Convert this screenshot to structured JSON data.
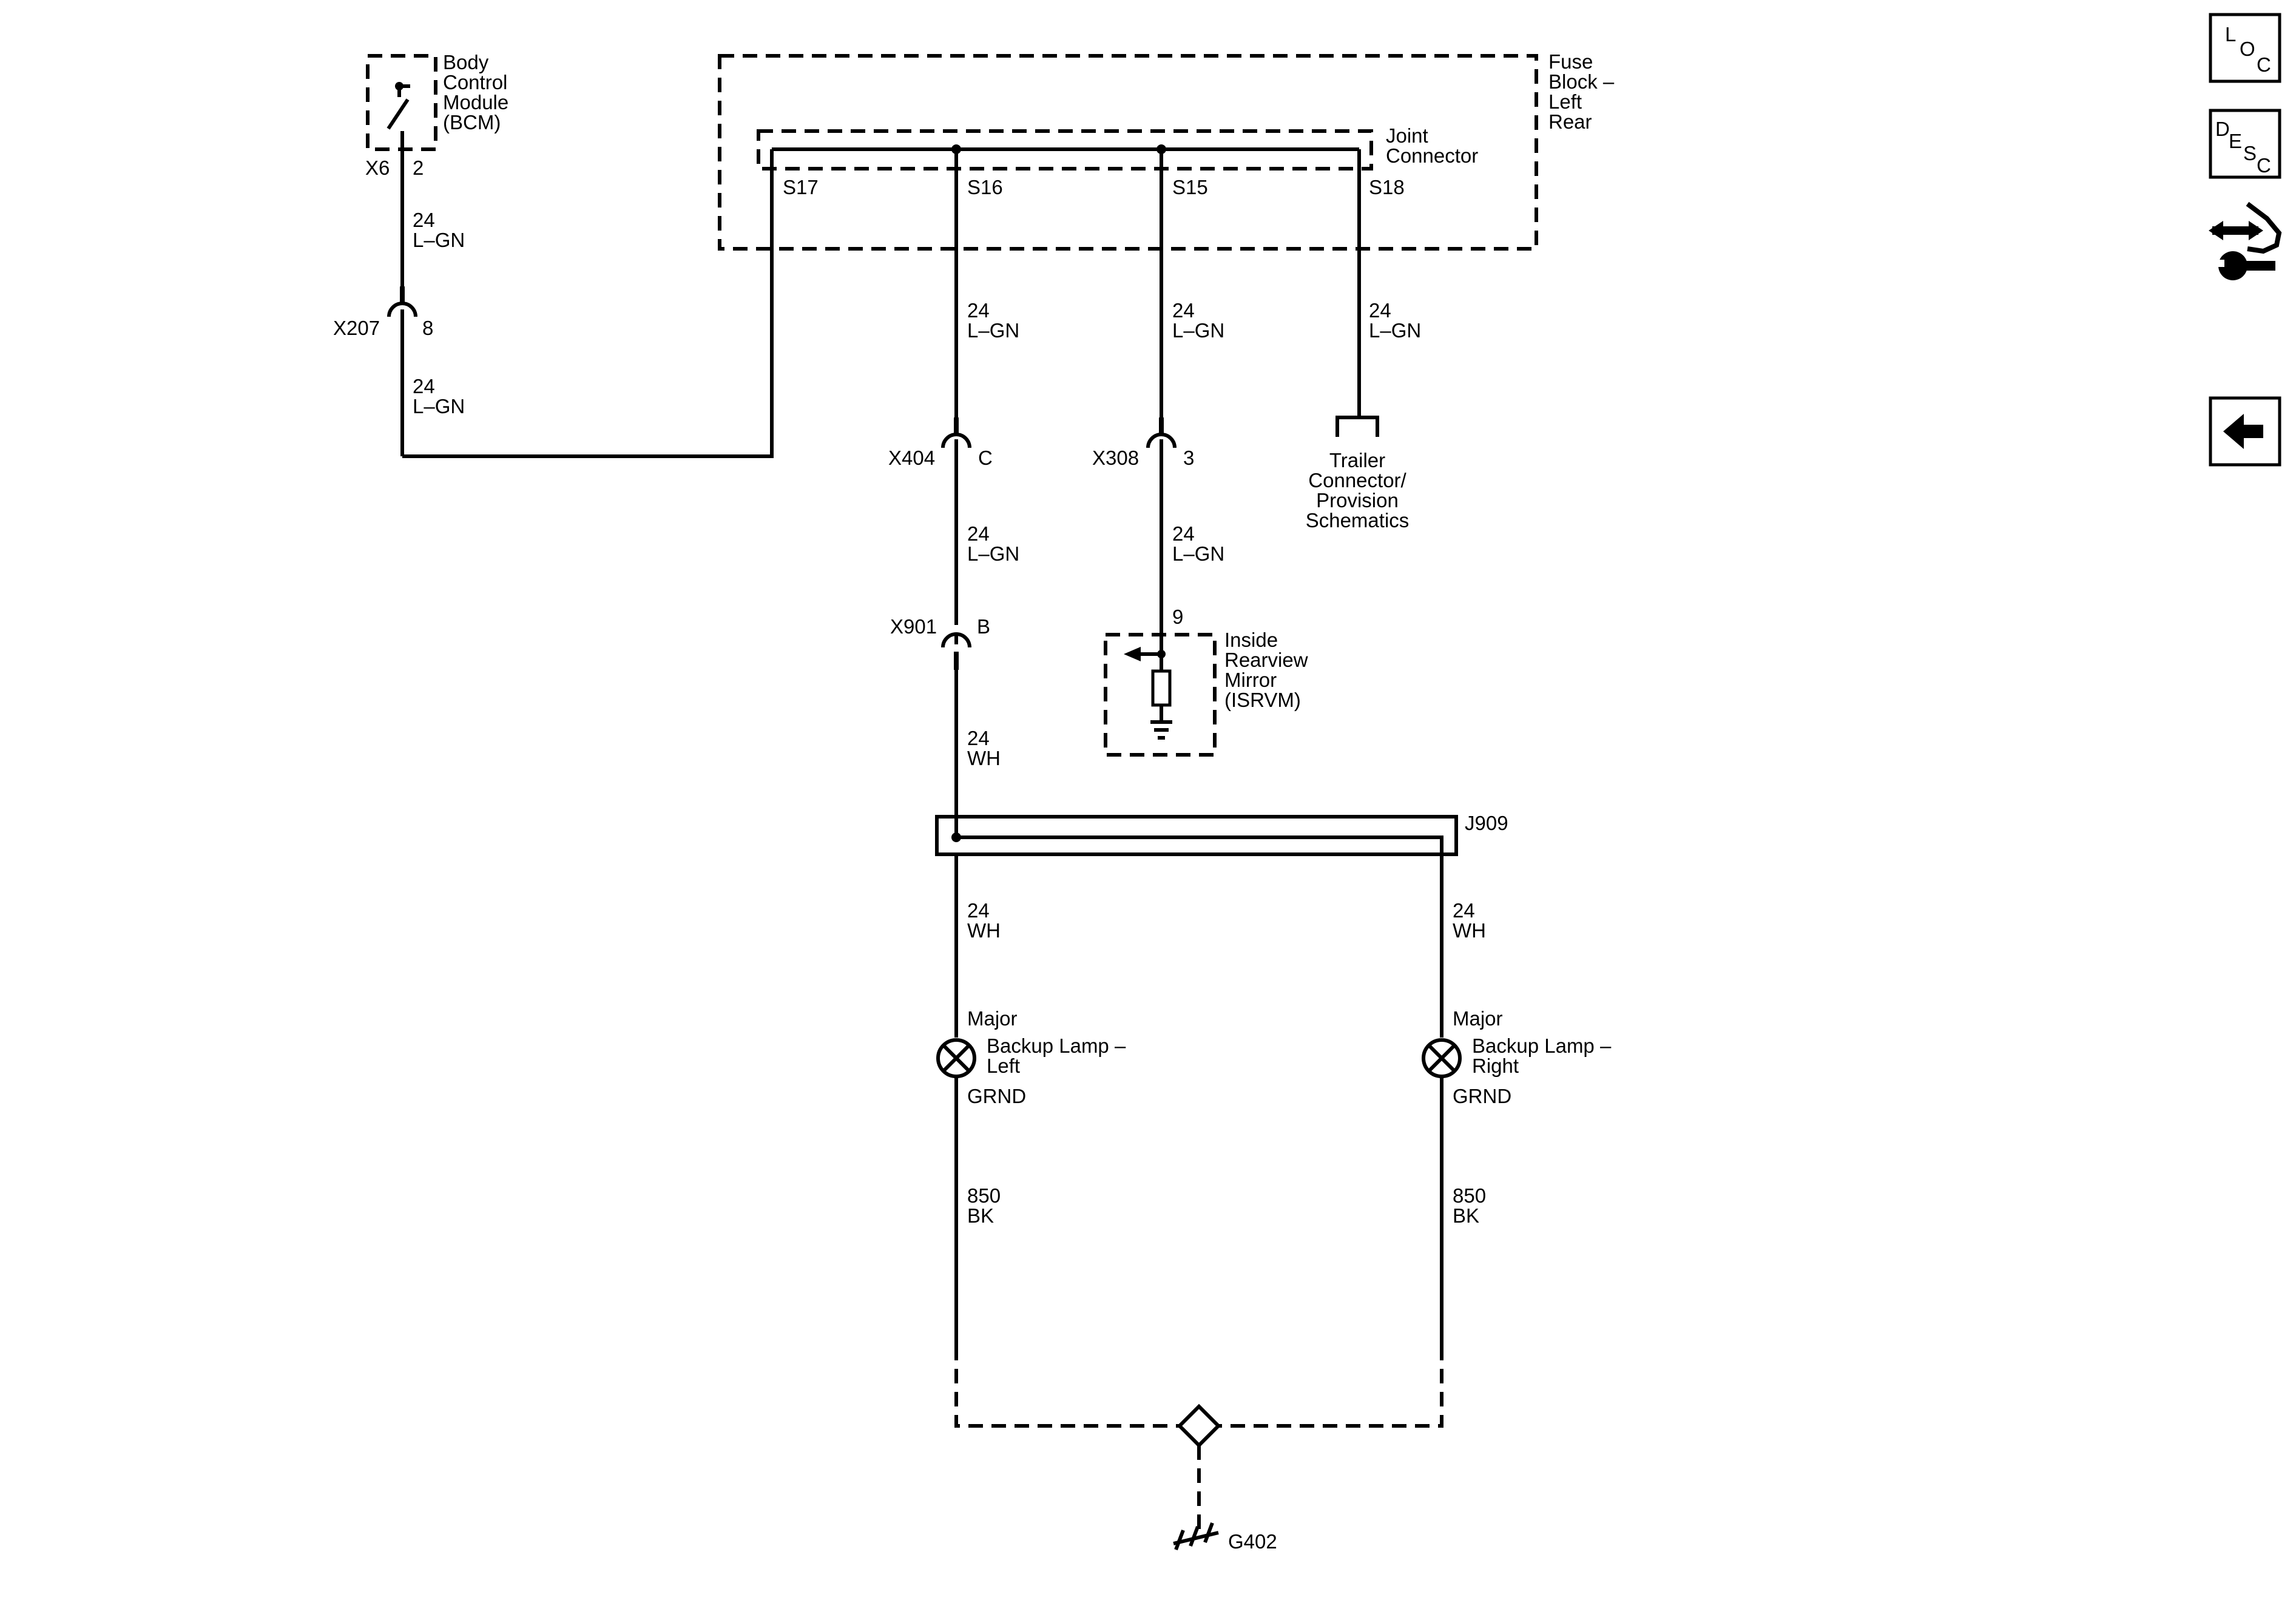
{
  "modules": {
    "bcm": {
      "lines": [
        "Body",
        "Control",
        "Module",
        "(BCM)"
      ],
      "connector": "X6",
      "pin": "2"
    },
    "fuse_block": {
      "lines": [
        "Fuse",
        "Block –",
        "Left",
        "Rear"
      ]
    },
    "joint_connector": {
      "lines": [
        "Joint",
        "Connector"
      ]
    },
    "isrvm": {
      "lines": [
        "Inside",
        "Rearview",
        "Mirror",
        "(ISRVM)"
      ],
      "pin": "9"
    },
    "trailer": {
      "lines": [
        "Trailer",
        "Connector/",
        "Provision",
        "Schematics"
      ]
    },
    "j909": {
      "label": "J909"
    },
    "lamp_left": {
      "top": "Major",
      "lines": [
        "Backup Lamp –",
        "Left"
      ],
      "bottom": "GRND"
    },
    "lamp_right": {
      "top": "Major",
      "lines": [
        "Backup Lamp –",
        "Right"
      ],
      "bottom": "GRND"
    },
    "ground": {
      "label": "G402"
    }
  },
  "splices": {
    "s17": "S17",
    "s16": "S16",
    "s15": "S15",
    "s18": "S18"
  },
  "connectors": {
    "x207": {
      "id": "X207",
      "pin": "8"
    },
    "x404": {
      "id": "X404",
      "pin": "C"
    },
    "x308": {
      "id": "X308",
      "pin": "3"
    },
    "x901": {
      "id": "X901",
      "pin": "B"
    }
  },
  "wires": {
    "bcm_top": {
      "gauge": "24",
      "color": "L–GN"
    },
    "bcm_bottom": {
      "gauge": "24",
      "color": "L–GN"
    },
    "s16_top": {
      "gauge": "24",
      "color": "L–GN"
    },
    "s15_top": {
      "gauge": "24",
      "color": "L–GN"
    },
    "s18": {
      "gauge": "24",
      "color": "L–GN"
    },
    "x404_x901": {
      "gauge": "24",
      "color": "L–GN"
    },
    "x308_isrvm": {
      "gauge": "24",
      "color": "L–GN"
    },
    "x901_j909": {
      "gauge": "24",
      "color": "WH"
    },
    "j909_left": {
      "gauge": "24",
      "color": "WH"
    },
    "j909_right": {
      "gauge": "24",
      "color": "WH"
    },
    "left_ground": {
      "gauge": "850",
      "color": "BK"
    },
    "right_ground": {
      "gauge": "850",
      "color": "BK"
    }
  },
  "sidebar": {
    "loc": {
      "letters": [
        "L",
        "O",
        "C"
      ]
    },
    "desc": {
      "letters": [
        "D",
        "E",
        "S",
        "C"
      ]
    },
    "diagnostic_icon": "connector-wrench-icon",
    "back_icon": "back-arrow-icon"
  }
}
